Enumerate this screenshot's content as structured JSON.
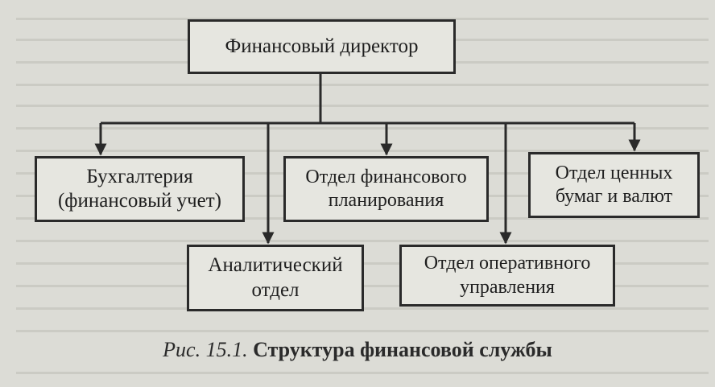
{
  "boxes": {
    "director": "Финансовый директор",
    "accounting": "Бухгалтерия\n(финансовый учет)",
    "planning": "Отдел финансового\nпланирования",
    "securities": "Отдел ценных\nбумаг и валют",
    "analytics": "Аналитический\nотдел",
    "operations": "Отдел оперативного\nуправления"
  },
  "caption": {
    "label": "Рис. 15.1.",
    "text": "Структура финансовой службы"
  }
}
